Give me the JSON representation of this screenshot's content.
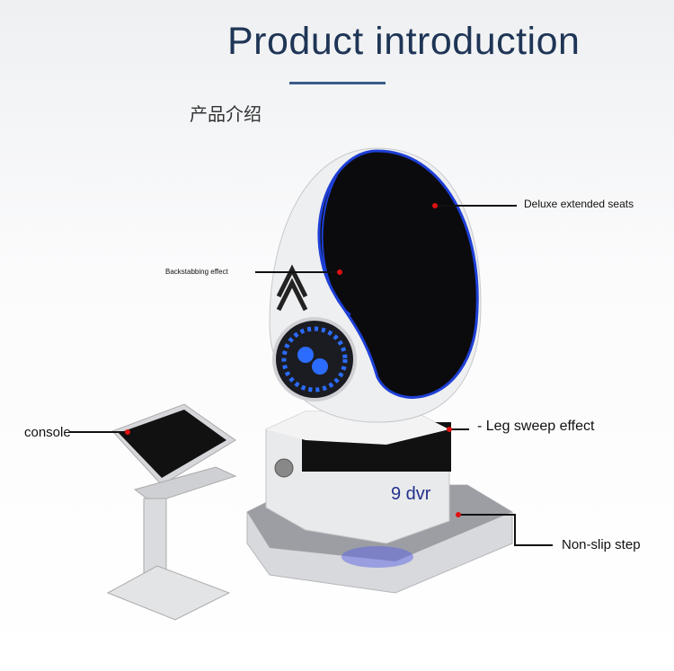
{
  "header": {
    "title": "Product introduction",
    "subtitle": "产品介绍"
  },
  "model_text": "9 dvr",
  "callouts": {
    "seats": "Deluxe extended seats",
    "backstabbing": "Backstabbing effect",
    "console": "console",
    "leg_sweep": "- Leg sweep effect",
    "step": "Non-slip step"
  },
  "colors": {
    "title": "#1f3556",
    "accent_blue": "#1e3fd6",
    "marker_red": "#e01010"
  }
}
